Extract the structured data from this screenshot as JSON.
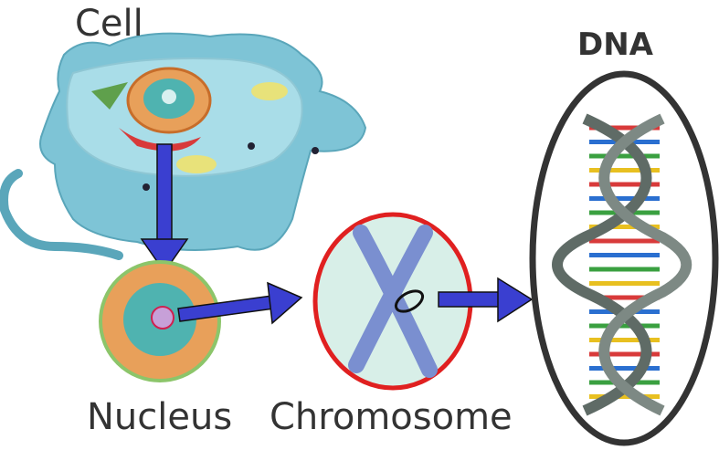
{
  "labels": {
    "cell": "Cell",
    "nucleus": "Nucleus",
    "chromosome": "Chromosome",
    "dna": "DNA"
  },
  "colors": {
    "cell_fill": "#7ec4d6",
    "cell_inner": "#a9dde8",
    "arrow": "#3a3fd0",
    "chromosome_border": "#e02020",
    "dna_ellipse": "#333333",
    "dna_backbone": "#5f6b66"
  }
}
